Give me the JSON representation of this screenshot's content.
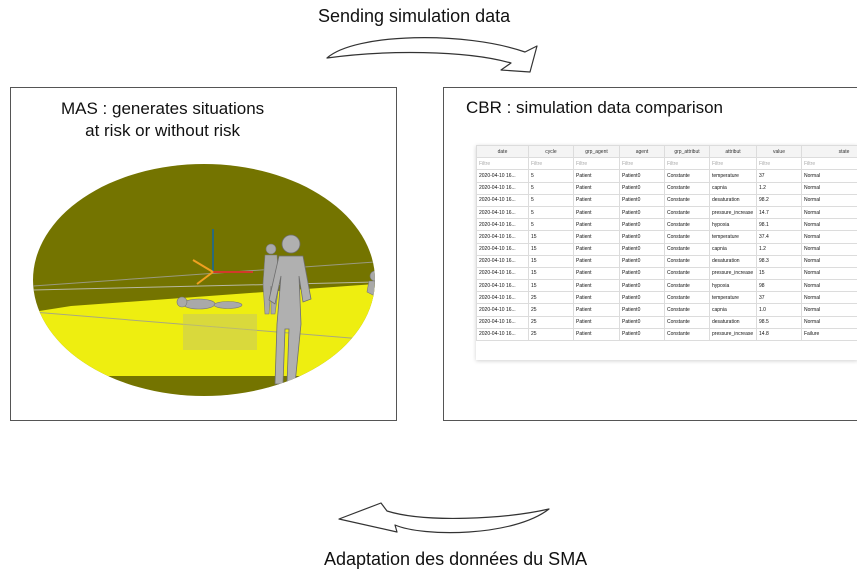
{
  "captions": {
    "top": "Sending simulation data",
    "bottom": "Adaptation des données du SMA"
  },
  "mas_panel": {
    "title": "MAS : generates situations\nat risk or without risk",
    "scene_colors": {
      "olive": "#747400",
      "yellow": "#eeee10",
      "figure": "#a9a9a9"
    }
  },
  "cbr_panel": {
    "title": "CBR : simulation data comparison",
    "table": {
      "columns": [
        "date",
        "cycle",
        "grp_agent",
        "agent",
        "grp_attribut",
        "attribut",
        "value",
        "state"
      ],
      "filter_placeholder": "Filtre",
      "rows": [
        [
          "2020-04-10 16...",
          "5",
          "Patient",
          "Patient0",
          "Constante",
          "temperature",
          "37",
          "Normal"
        ],
        [
          "2020-04-10 16...",
          "5",
          "Patient",
          "Patient0",
          "Constante",
          "capnia",
          "1.2",
          "Normal"
        ],
        [
          "2020-04-10 16...",
          "5",
          "Patient",
          "Patient0",
          "Constante",
          "desaturation",
          "98.2",
          "Normal"
        ],
        [
          "2020-04-10 16...",
          "5",
          "Patient",
          "Patient0",
          "Constante",
          "pressure_increase",
          "14.7",
          "Normal"
        ],
        [
          "2020-04-10 16...",
          "5",
          "Patient",
          "Patient0",
          "Constante",
          "hypoxia",
          "98.1",
          "Normal"
        ],
        [
          "2020-04-10 16...",
          "15",
          "Patient",
          "Patient0",
          "Constante",
          "temperature",
          "37.4",
          "Normal"
        ],
        [
          "2020-04-10 16...",
          "15",
          "Patient",
          "Patient0",
          "Constante",
          "capnia",
          "1.2",
          "Normal"
        ],
        [
          "2020-04-10 16...",
          "15",
          "Patient",
          "Patient0",
          "Constante",
          "desaturation",
          "98.3",
          "Normal"
        ],
        [
          "2020-04-10 16...",
          "15",
          "Patient",
          "Patient0",
          "Constante",
          "pressure_increase",
          "15",
          "Normal"
        ],
        [
          "2020-04-10 16...",
          "15",
          "Patient",
          "Patient0",
          "Constante",
          "hypoxia",
          "98",
          "Normal"
        ],
        [
          "2020-04-10 16...",
          "25",
          "Patient",
          "Patient0",
          "Constante",
          "temperature",
          "37",
          "Normal"
        ],
        [
          "2020-04-10 16...",
          "25",
          "Patient",
          "Patient0",
          "Constante",
          "capnia",
          "1.0",
          "Normal"
        ],
        [
          "2020-04-10 16...",
          "25",
          "Patient",
          "Patient0",
          "Constante",
          "desaturation",
          "98.5",
          "Normal"
        ],
        [
          "2020-04-10 16...",
          "25",
          "Patient",
          "Patient0",
          "Constante",
          "pressure_increase",
          "14.8",
          "Failure"
        ]
      ]
    }
  }
}
